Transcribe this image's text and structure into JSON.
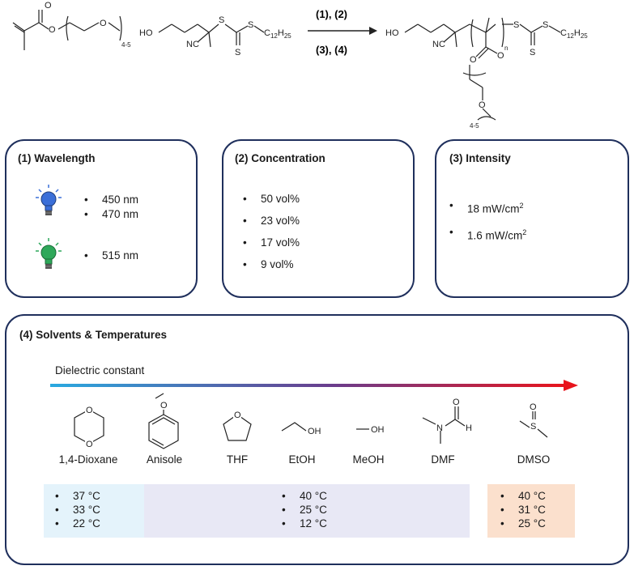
{
  "reaction": {
    "conditions_top": "(1), (2)",
    "conditions_bottom": "(3), (4)",
    "monomer_repeat": "4-5",
    "cta_chain": "C12H25",
    "cta_chain_main": "C",
    "cta_chain_sub1": "12",
    "cta_chain_h": "H",
    "cta_chain_sub2": "25",
    "polymer_n": "n",
    "atom_O": "O",
    "atom_HO": "HO",
    "atom_NC": "NC",
    "atom_S": "S"
  },
  "wavelength": {
    "title": "(1) Wavelength",
    "blue_items": [
      "450 nm",
      "470 nm"
    ],
    "green_items": [
      "515 nm"
    ],
    "colors": {
      "blue_bulb": "#3b6fd8",
      "green_bulb": "#2ea85a"
    }
  },
  "concentration": {
    "title": "(2) Concentration",
    "items": [
      "50 vol%",
      "23 vol%",
      "17 vol%",
      "9 vol%"
    ]
  },
  "intensity": {
    "title": "(3) Intensity",
    "items": [
      {
        "value": "18 mW/cm",
        "sup": "2"
      },
      {
        "value": "1.6 mW/cm",
        "sup": "2"
      }
    ]
  },
  "solvents": {
    "title": "(4) Solvents & Temperatures",
    "dielectric_label": "Dielectric constant",
    "gradient": {
      "start": "#29a9e0",
      "mid": "#6a3c8c",
      "end": "#e8141c"
    },
    "names": [
      "1,4-Dioxane",
      "Anisole",
      "THF",
      "EtOH",
      "MeOH",
      "DMF",
      "DMSO"
    ],
    "struct_labels": {
      "ethanol_oh": "OH",
      "methanol_oh": "OH",
      "dmf_n": "N",
      "dmf_h": "H",
      "dmf_o": "O",
      "dmso_s": "S",
      "dmso_o": "O"
    },
    "temp_groups": [
      {
        "name": "dioxane",
        "items": [
          "37 °C",
          "33 °C",
          "22 °C"
        ],
        "color": "#e4f3fb"
      },
      {
        "name": "middle",
        "items": [
          "40 °C",
          "25 °C",
          "12 °C"
        ],
        "color": "#e8e8f5"
      },
      {
        "name": "dmso",
        "items": [
          "40 °C",
          "31 °C",
          "25 °C"
        ],
        "color": "#fbe0cd"
      }
    ]
  }
}
